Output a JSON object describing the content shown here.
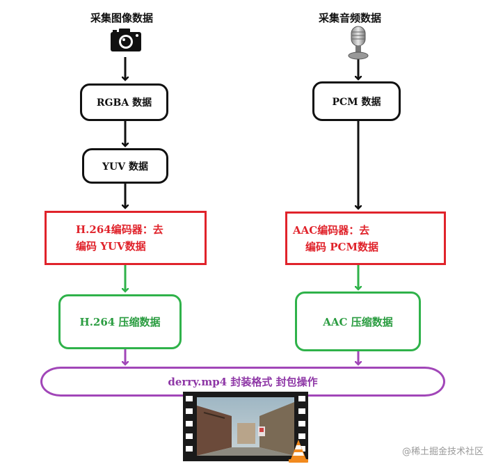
{
  "video": {
    "capture_label": "采集图像数据",
    "capture_icon": "camera-icon",
    "rgba_label": "RGBA 数据",
    "yuv_label": "YUV 数据",
    "encoder_line1": "H.264编码器：去",
    "encoder_line2": "编码 YUV数据",
    "compressed_label": "H.264 压缩数据"
  },
  "audio": {
    "capture_label": "采集音频数据",
    "capture_icon": "microphone-icon",
    "pcm_label": "PCM 数据",
    "encoder_line1": "AAC编码器：去",
    "encoder_line2": "编码 PCM数据",
    "compressed_label": "AAC 压缩数据"
  },
  "mux": {
    "label": "derry.mp4 封装格式 封包操作",
    "output_icon": "film-strip-icon",
    "player_icon": "vlc-cone-icon"
  },
  "watermark": "@稀土掘金技术社区",
  "colors": {
    "black": "#111111",
    "red": "#e0232b",
    "green": "#2fb24a",
    "purple": "#a146b8"
  }
}
